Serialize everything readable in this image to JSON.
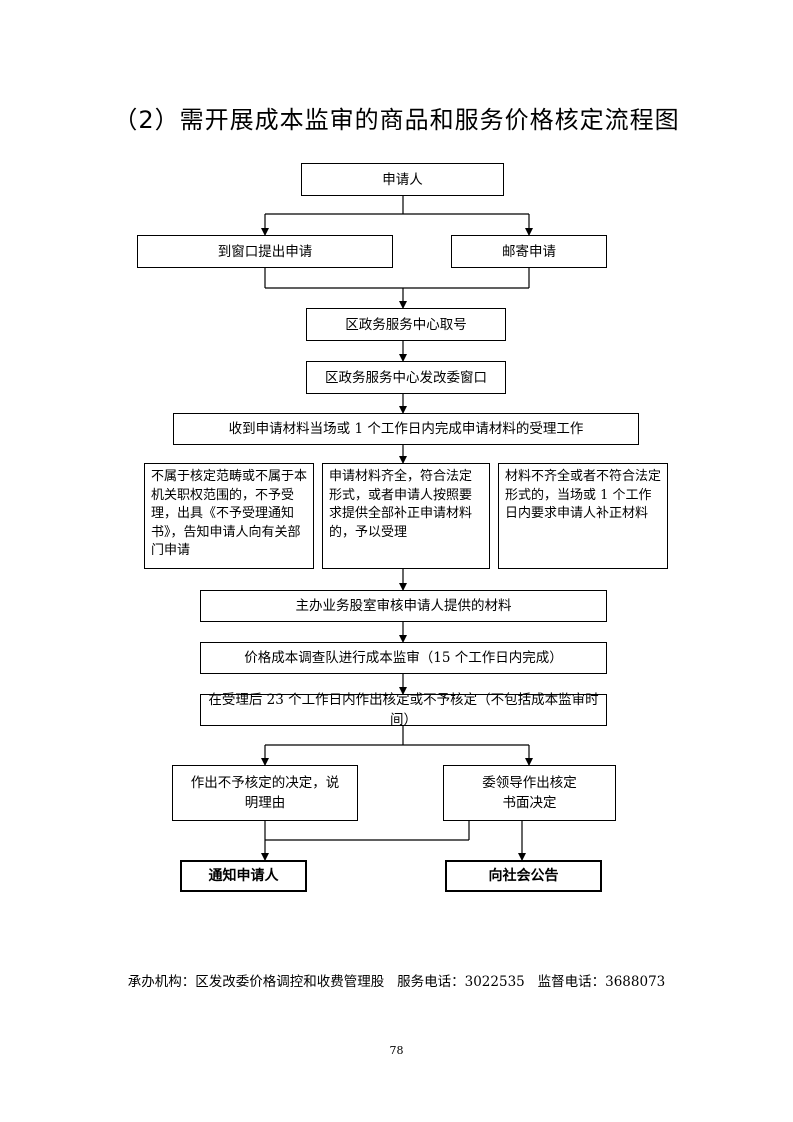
{
  "title": "（2）需开展成本监审的商品和服务价格核定流程图",
  "flow": {
    "applicant": "申请人",
    "walk_in": "到窗口提出申请",
    "mail": "邮寄申请",
    "take_number": "区政务服务中心取号",
    "window": "区政务服务中心发改委窗口",
    "intake": "收到申请材料当场或 1 个工作日内完成申请材料的受理工作",
    "reject": "不属于核定范畴或不属于本机关职权范围的，不予受理，出具《不予受理通知书》，告知申请人向有关部门申请",
    "accept": "申请材料齐全，符合法定形式，或者申请人按照要求提供全部补正申请材料的，予以受理",
    "supplement": "材料不齐全或者不符合法定形式的，当场或 1 个工作日内要求申请人补正材料",
    "review": "主办业务股室审核申请人提供的材料",
    "cost_audit": "价格成本调查队进行成本监审（15 个工作日内完成）",
    "decision_time": "在受理后 23 个工作日内作出核定或不予核定（不包括成本监审时间）",
    "no_approval": "作出不予核定的决定，说明理由",
    "written_decision_l1": "委领导作出核定",
    "written_decision_l2": "书面决定",
    "notify": "通知申请人",
    "announce": "向社会公告"
  },
  "footer": {
    "office": "承办机构：区发改委价格调控和收费管理股",
    "service_phone": "服务电话：3022535",
    "supervise_phone": "监督电话：3688073"
  },
  "page_number": "78"
}
